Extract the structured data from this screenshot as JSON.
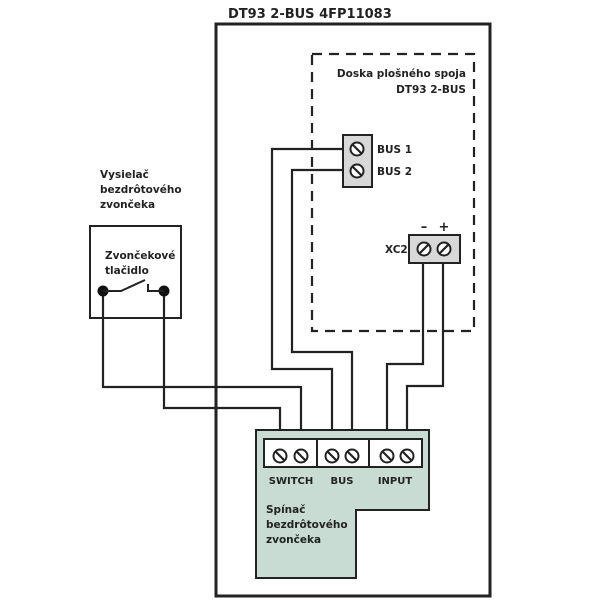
{
  "title": "DT93  2-BUS   4FP11083",
  "pcb": {
    "label_line1": "Doska plošného spoja",
    "label_line2": "DT93 2-BUS"
  },
  "bus_terminal": {
    "bus1": "BUS 1",
    "bus2": "BUS 2"
  },
  "xc2_terminal": {
    "label": "XC2",
    "minus": "–",
    "plus": "+"
  },
  "transmitter": {
    "caption_line1": "Vysielač",
    "caption_line2": "bezdrôtového",
    "caption_line3": "zvončeka",
    "button_line1": "Zvončekové",
    "button_line2": "tlačidlo"
  },
  "switch_module": {
    "group_switch": "SWITCH",
    "group_bus": "BUS",
    "group_input": "INPUT",
    "caption_line1": "Spínač",
    "caption_line2": "bezdrôtového",
    "caption_line3": "zvončeka"
  },
  "colors": {
    "line": "#222222",
    "module_fill": "#c9dcd3",
    "terminal_fill": "#d8d8d8",
    "strip_fill": "#ffffff"
  }
}
